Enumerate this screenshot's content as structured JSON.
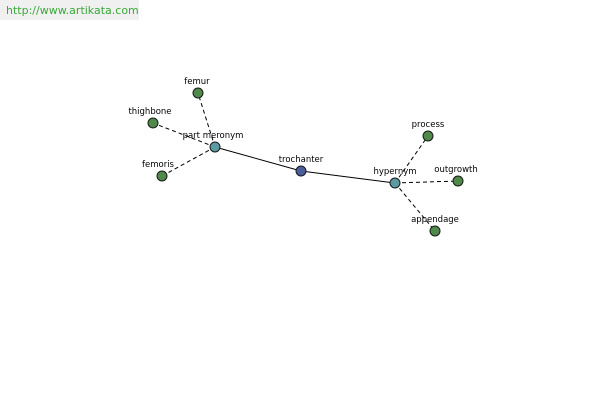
{
  "url_banner": {
    "text": "http://www.artikata.com"
  },
  "colors": {
    "center_node": "#4a5e9c",
    "relation_node": "#5a9aa0",
    "word_node": "#4f8a4b",
    "url_text": "#3aa83a"
  },
  "graph": {
    "center": {
      "id": "trochanter",
      "label": "trochanter"
    },
    "relations": [
      {
        "id": "part-meronym",
        "label": "part meronym"
      },
      {
        "id": "hypernym",
        "label": "hypernym"
      }
    ],
    "words": [
      {
        "id": "femur",
        "label": "femur",
        "relation": "part-meronym"
      },
      {
        "id": "thighbone",
        "label": "thighbone",
        "relation": "part-meronym"
      },
      {
        "id": "femoris",
        "label": "femoris",
        "relation": "part-meronym"
      },
      {
        "id": "process",
        "label": "process",
        "relation": "hypernym"
      },
      {
        "id": "outgrowth",
        "label": "outgrowth",
        "relation": "hypernym"
      },
      {
        "id": "appendage",
        "label": "appendage",
        "relation": "hypernym"
      }
    ]
  }
}
